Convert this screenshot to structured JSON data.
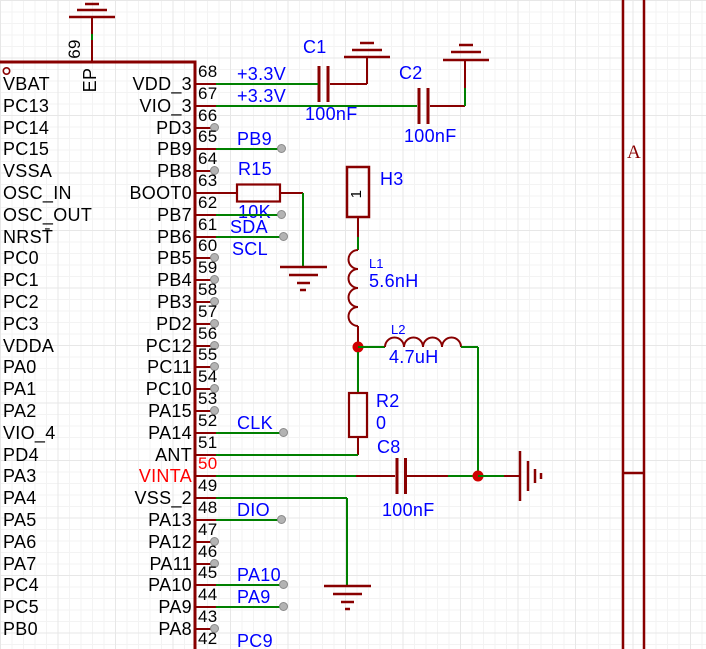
{
  "colors": {
    "component": "#880000",
    "wire": "#008000",
    "label": "#0000ff",
    "highlight": "#ff0000",
    "text": "#000000",
    "nc_dot": "#b3b3b3",
    "junction": "#d00000"
  },
  "border": {
    "row_label": "A"
  },
  "ic": {
    "ep": {
      "number": "69",
      "label": "EP"
    },
    "left_pins": [
      "VBAT",
      "PC13",
      "PC14",
      "PC15",
      "VSSA",
      "OSC_IN",
      "OSC_OUT",
      "NRST̄",
      "PC0",
      "PC1",
      "PC2",
      "PC3",
      "VDDA",
      "PA0",
      "PA1",
      "PA2",
      "VIO_4",
      "PD4",
      "PA3",
      "PA4",
      "PA5",
      "PA6",
      "PA7",
      "PC4",
      "PC5",
      "PB0"
    ],
    "right_pins": [
      {
        "number": "68",
        "name": "VDD_3",
        "net": "+3.3V"
      },
      {
        "number": "67",
        "name": "VIO_3",
        "net": "+3.3V"
      },
      {
        "number": "66",
        "name": "PD3"
      },
      {
        "number": "65",
        "name": "PB9",
        "net": "PB9"
      },
      {
        "number": "64",
        "name": "PB8"
      },
      {
        "number": "63",
        "name": "BOOT0"
      },
      {
        "number": "62",
        "name": "PB7",
        "net": "SDA"
      },
      {
        "number": "61",
        "name": "PB6",
        "net": "SCL"
      },
      {
        "number": "60",
        "name": "PB5"
      },
      {
        "number": "59",
        "name": "PB4"
      },
      {
        "number": "58",
        "name": "PB3"
      },
      {
        "number": "57",
        "name": "PD2"
      },
      {
        "number": "56",
        "name": "PC12"
      },
      {
        "number": "55",
        "name": "PC11"
      },
      {
        "number": "54",
        "name": "PC10"
      },
      {
        "number": "53",
        "name": "PA15"
      },
      {
        "number": "52",
        "name": "PA14",
        "net": "CLK"
      },
      {
        "number": "51",
        "name": "ANT"
      },
      {
        "number": "50",
        "name": "VINTA",
        "highlight": true
      },
      {
        "number": "49",
        "name": "VSS_2"
      },
      {
        "number": "48",
        "name": "PA13",
        "net": "DIO"
      },
      {
        "number": "47",
        "name": "PA12"
      },
      {
        "number": "46",
        "name": "PA11"
      },
      {
        "number": "45",
        "name": "PA10",
        "net": "PA10"
      },
      {
        "number": "44",
        "name": "PA9",
        "net": "PA9"
      },
      {
        "number": "43",
        "name": "PA8"
      },
      {
        "number": "42",
        "name": "",
        "net": "PC9"
      }
    ]
  },
  "components": {
    "C1": {
      "ref": "C1",
      "value": "100nF"
    },
    "C2": {
      "ref": "C2",
      "value": "100nF"
    },
    "R15": {
      "ref": "R15",
      "value": "10K"
    },
    "H3": {
      "ref": "H3",
      "pin": "1"
    },
    "L1": {
      "ref": "L1",
      "value": "5.6nH"
    },
    "L2": {
      "ref": "L2",
      "value": "4.7uH"
    },
    "R2": {
      "ref": "R2",
      "value": "0"
    },
    "C8": {
      "ref": "C8",
      "value": "100nF"
    }
  }
}
